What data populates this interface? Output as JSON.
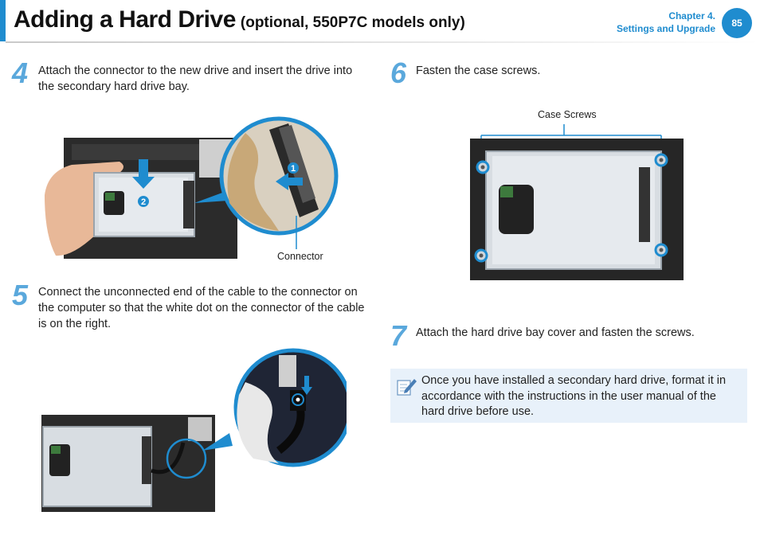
{
  "header": {
    "title": "Adding a Hard Drive",
    "subtitle": "(optional, 550P7C models only)",
    "chapter_label": "Chapter 4.",
    "chapter_title": "Settings and Upgrade",
    "page_number": "85"
  },
  "steps": [
    {
      "number": "4",
      "text": "Attach the connector to the new drive and insert the drive into the secondary hard drive bay.",
      "caption": "Connector",
      "callouts": [
        "1",
        "2"
      ]
    },
    {
      "number": "5",
      "text": "Connect the unconnected end of the cable to the connector on the computer so that the white dot on the connector of the cable is on the right."
    },
    {
      "number": "6",
      "text": "Fasten the case screws.",
      "caption": "Case Screws"
    },
    {
      "number": "7",
      "text": "Attach the hard drive bay cover and fasten the screws."
    }
  ],
  "note": {
    "icon": "note-pencil-icon",
    "text": "Once you have installed a secondary hard drive, format it in accordance with the instructions in the user manual of the hard drive before use."
  },
  "colors": {
    "accent": "#1f8ccf",
    "step_number": "#5aa8dc",
    "note_background": "#e8f1fa"
  }
}
